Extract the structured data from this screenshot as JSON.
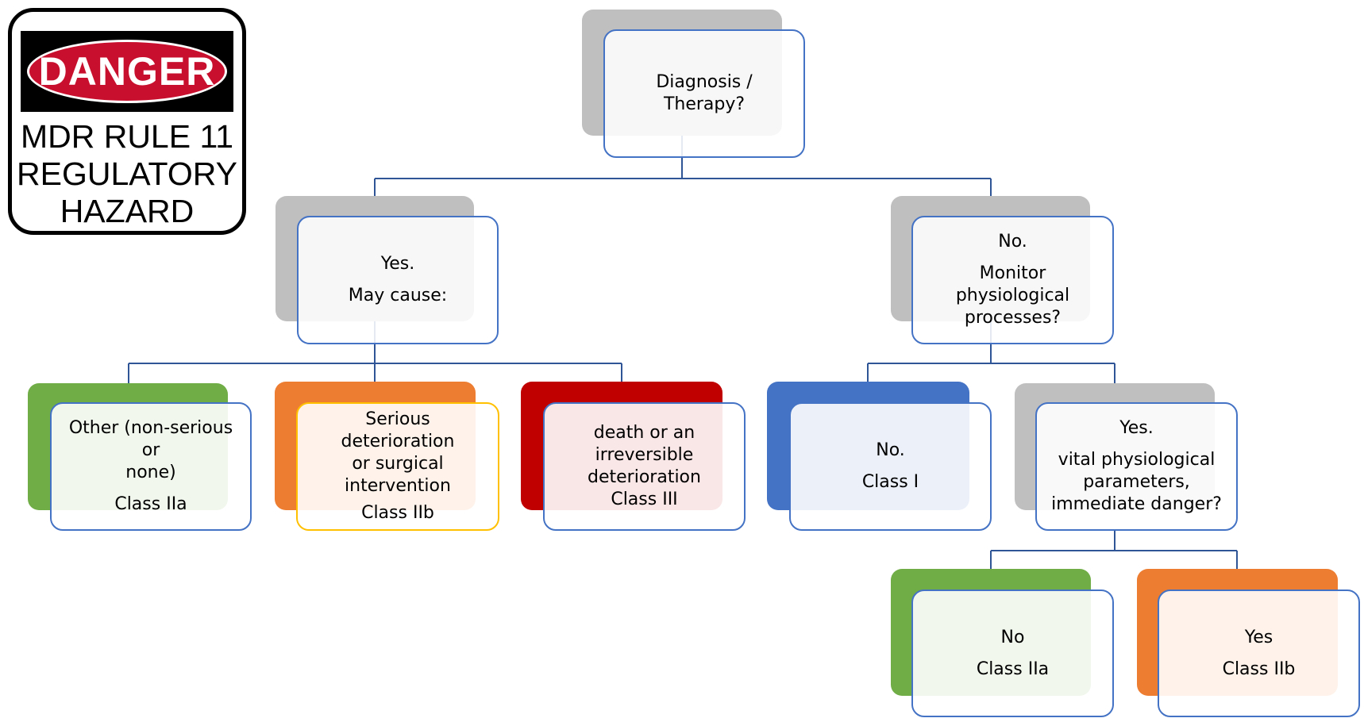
{
  "sign": {
    "header": "DANGER",
    "lines": [
      "MDR RULE 11",
      "REGULATORY",
      "HAZARD"
    ]
  },
  "colors": {
    "connector": "#2f5597",
    "border_blue": "#4472c4",
    "gray": "#bfbfbf",
    "green": "#70ad47",
    "orange": "#ed7d31",
    "red": "#c00000",
    "blue": "#4472c4",
    "danger_red": "#c8102e"
  },
  "nodes": {
    "root": {
      "lines": [
        "Diagnosis / Therapy?"
      ]
    },
    "yes": {
      "lines": [
        "Yes."
      ],
      "lines2": [
        "May cause:"
      ]
    },
    "no": {
      "lines": [
        "No."
      ],
      "lines2": [
        "Monitor physiological",
        "processes?"
      ]
    },
    "other": {
      "lines": [
        "Other (non-serious or",
        "none)"
      ],
      "lines2": [
        "Class IIa"
      ]
    },
    "serious": {
      "lines": [
        "Serious deterioration",
        "or surgical",
        "intervention"
      ],
      "lines2": [
        "Class IIb"
      ]
    },
    "death": {
      "lines": [
        "death or an",
        "irreversible",
        "deterioration",
        "Class III"
      ]
    },
    "class1": {
      "lines": [
        "No."
      ],
      "lines2": [
        "Class I"
      ]
    },
    "vital": {
      "lines": [
        "Yes."
      ],
      "lines2": [
        "vital physiological",
        "parameters,",
        "immediate danger?"
      ]
    },
    "vital_no": {
      "lines": [
        "No"
      ],
      "lines2": [
        "Class IIa"
      ]
    },
    "vital_yes": {
      "lines": [
        "Yes"
      ],
      "lines2": [
        "Class IIb"
      ]
    }
  }
}
